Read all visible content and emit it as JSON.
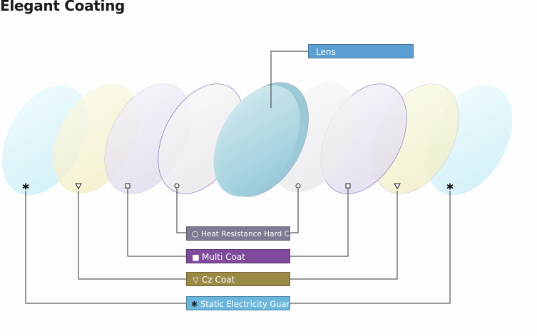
{
  "title": "Elegant Coating",
  "labels": {
    "lens": "Lens",
    "heat": "Heat Resistance Hard Coat",
    "multi": "Multi Coat",
    "cz": "Cz Coat",
    "static": "Static Electricity Guard"
  },
  "symbols": {
    "heat": "○",
    "multi": "■",
    "cz": "▽",
    "static": "✱"
  },
  "colors": {
    "lens_label": "#5b9ed1",
    "heat_label": "#7d7a94",
    "multi_label": "#7f4a9c",
    "cz_label": "#9a8a45",
    "static_label": "#6ab6dc",
    "static_disc": "#d9f3f8",
    "cz_disc": "#f5f3d2",
    "multi_disc": "#e8e2f0",
    "heat_disc": "#f0f0f2",
    "lens_disc": "#a9d3df"
  }
}
